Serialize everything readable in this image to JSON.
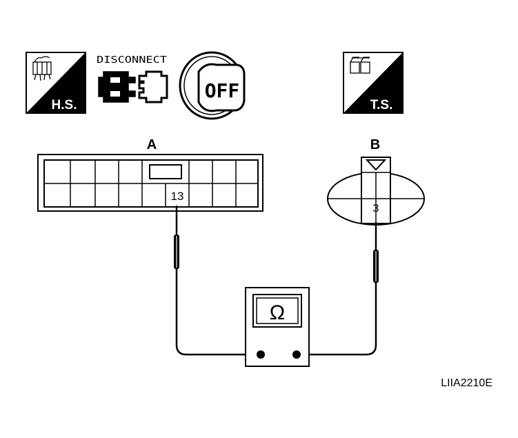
{
  "icons": {
    "harness_side": {
      "label": "H.S."
    },
    "disconnect": {
      "label": "DISCONNECT"
    },
    "ignition": {
      "label": "OFF"
    },
    "terminal_side": {
      "label": "T.S."
    }
  },
  "connectors": {
    "a": {
      "label": "A",
      "terminal": "13"
    },
    "b": {
      "label": "B",
      "terminal": "3"
    }
  },
  "meter": {
    "symbol": "Ω"
  },
  "figure_code": "LIIA2210E"
}
